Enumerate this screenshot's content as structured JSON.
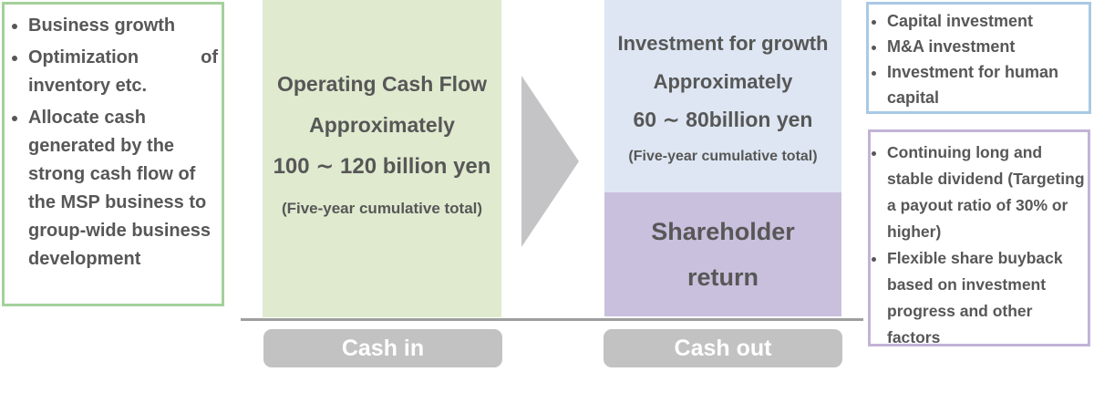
{
  "colors": {
    "text": "#575757",
    "green_border": "#a3d19b",
    "green_fill": "#dfeacf",
    "blue_fill": "#dde6f2",
    "purple_fill": "#c9c0dd",
    "blue_border": "#a9c9e5",
    "purple_border": "#c3b3d7",
    "gray": "#c2c2c2",
    "label_text": "#ffffff"
  },
  "left_note": {
    "items": [
      "Business growth",
      "Optimization of inventory etc.",
      "Allocate cash generated by the strong cash flow of the MSP business to group-wide business development"
    ]
  },
  "operating_cash_flow": {
    "title": "Operating Cash Flow",
    "qualifier": "Approximately",
    "amount": "100 ∼ 120 billion yen",
    "note": "(Five-year cumulative total)"
  },
  "investment_for_growth": {
    "title": "Investment for growth",
    "qualifier": "Approximately",
    "amount": "60 ∼ 80billion yen",
    "note": "(Five-year cumulative total)"
  },
  "shareholder_return": {
    "label": "Shareholder return"
  },
  "investment_details": {
    "items": [
      "Capital investment",
      "M&A investment",
      "Investment for human capital"
    ]
  },
  "return_details": {
    "items": [
      "Continuing long and stable dividend (Targeting a payout ratio of 30% or higher)",
      "Flexible share buyback based on investment progress and other factors"
    ]
  },
  "flow_labels": {
    "cash_in": "Cash in",
    "cash_out": "Cash out"
  }
}
